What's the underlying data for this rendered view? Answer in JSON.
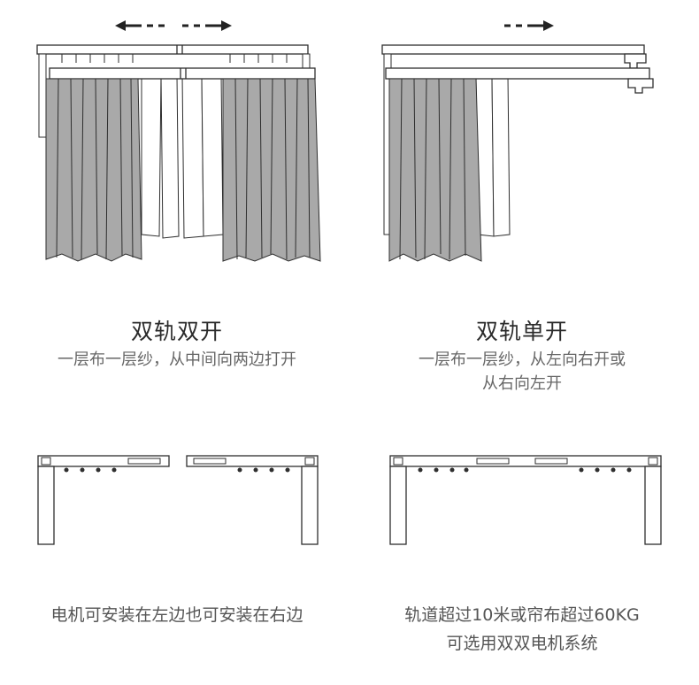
{
  "colors": {
    "line": "#2e2e2e",
    "curtain_dark": "#a9a9a9",
    "sheer": "#ffffff",
    "text_title": "#2b2b2b",
    "text_body": "#666666"
  },
  "icons": {
    "arrow_left": "left-dashed-arrow-icon",
    "arrow_right": "right-dashed-arrow-icon"
  },
  "left_panel": {
    "title": "双轨双开",
    "subtitle": "一层布一层纱，从中间向两边打开",
    "bottom_text": "电机可安装在左边也可安装在右边"
  },
  "right_panel": {
    "title": "双轨单开",
    "subtitle_line1": "一层布一层纱，从左向右开或",
    "subtitle_line2": "从右向左开",
    "bottom_line1": "轨道超过10米或帘布超过60KG",
    "bottom_line2": "可选用双双电机系统"
  }
}
